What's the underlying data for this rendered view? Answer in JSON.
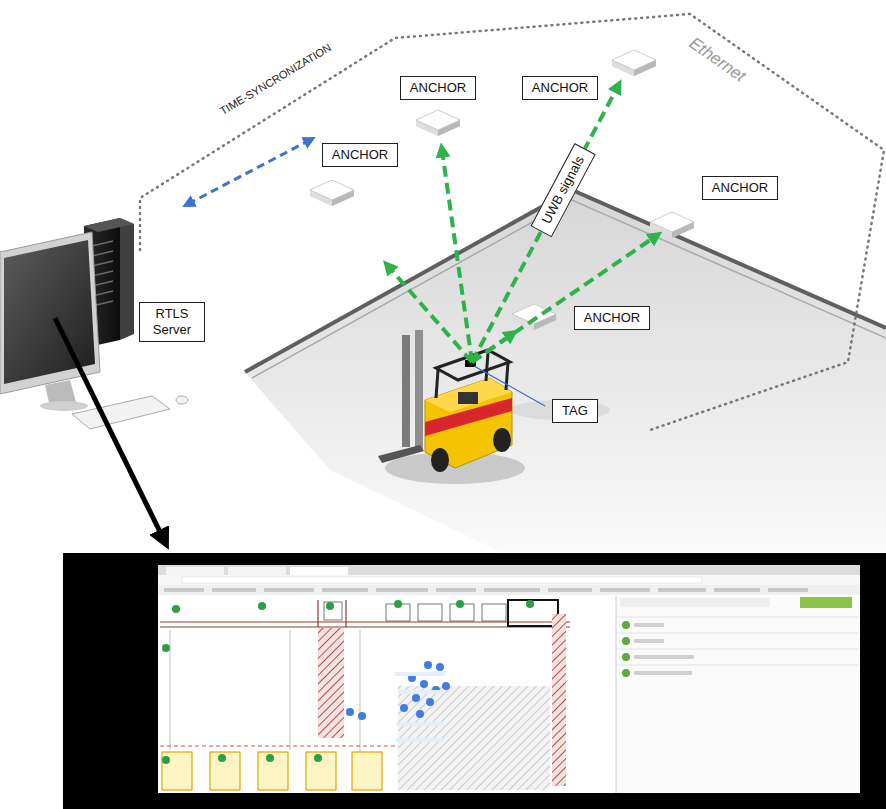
{
  "diagram": {
    "nodes": [
      {
        "text": [
          "ANCHOR"
        ]
      },
      {
        "text": [
          "ANCHOR"
        ]
      },
      {
        "text": [
          "ANCHOR"
        ]
      },
      {
        "text": [
          "ANCHOR"
        ]
      },
      {
        "text": [
          "UWB signals"
        ]
      },
      {
        "text": [
          "ANCHOR"
        ]
      },
      {
        "text": [
          "RTLS Server"
        ]
      },
      {
        "text": [
          "TAG"
        ]
      }
    ],
    "labels": [
      "TIME-SYNCRONIZATION",
      "Ethernet"
    ]
  }
}
